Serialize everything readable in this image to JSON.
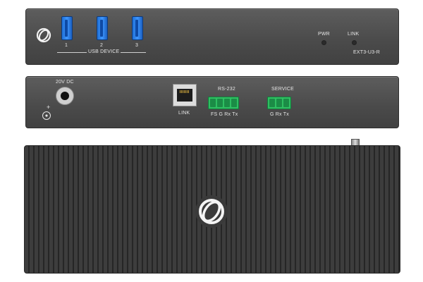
{
  "front_panel": {
    "usb_ports": [
      {
        "number": "1"
      },
      {
        "number": "2"
      },
      {
        "number": "3"
      }
    ],
    "usb_group_label": "USB DEVICE",
    "indicators": {
      "pwr_label": "PWR",
      "link_label": "LINK"
    },
    "model": "EXT3-U3-R",
    "logo_icon": "brand-logo-icon"
  },
  "rear_panel": {
    "power_label": "20V DC",
    "power_symbol": "+",
    "link_label": "LINK",
    "rs232": {
      "title": "RS-232",
      "pins": "FS  G  Rx  Tx"
    },
    "service": {
      "title": "SERVICE",
      "pins": "G  Rx  Tx"
    }
  },
  "colors": {
    "chassis": "#4b4b4b",
    "usb_blue": "#2f86ef",
    "terminal_green": "#2fbf62"
  }
}
